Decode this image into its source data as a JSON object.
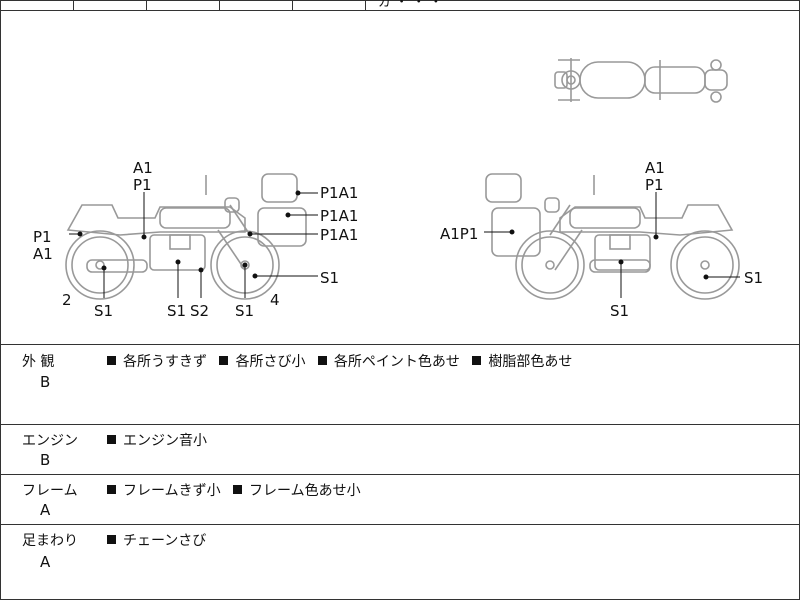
{
  "header": {
    "partial_text": "ガ ・ ・ ・"
  },
  "diagram": {
    "left_view_labels": {
      "a1_top": "A1",
      "p1_top": "P1",
      "p1_left": "P1",
      "a1_left": "A1",
      "p1a1_1": "P1A1",
      "p1a1_2": "P1A1",
      "p1a1_3": "P1A1",
      "s1_right": "S1",
      "num_2": "2",
      "num_4": "4",
      "s1_b1": "S1",
      "s1_b2": "S1",
      "s2_b": "S2",
      "s1_b3": "S1"
    },
    "right_view_labels": {
      "a1_top": "A1",
      "p1_top": "P1",
      "a1p1_left": "A1P1",
      "s1_right": "S1",
      "s1_bottom": "S1"
    }
  },
  "sections": [
    {
      "title": "外 観",
      "grade": "B",
      "items": [
        "各所うすきず",
        "各所さび小",
        "各所ペイント色あせ",
        "樹脂部色あせ"
      ]
    },
    {
      "title": "エンジン",
      "grade": "B",
      "items": [
        "エンジン音小"
      ]
    },
    {
      "title": "フレーム",
      "grade": "A",
      "items": [
        "フレームきず小",
        "フレーム色あせ小"
      ]
    },
    {
      "title": "足まわり",
      "grade": "A",
      "items": [
        "チェーンさび"
      ]
    }
  ]
}
